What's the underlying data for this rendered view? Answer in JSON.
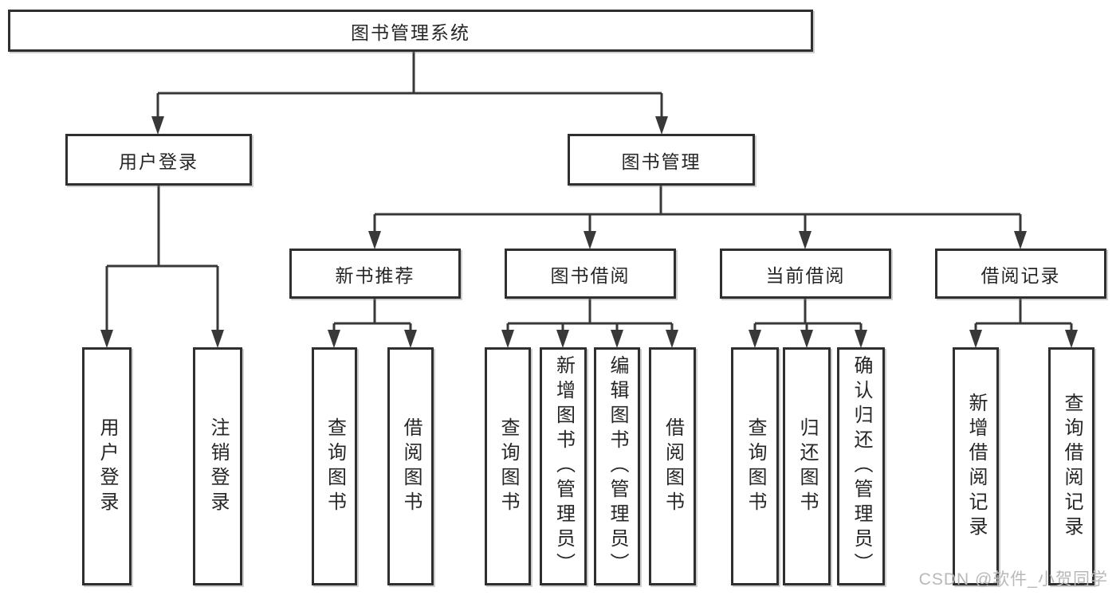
{
  "tree": {
    "root": {
      "label": "图书管理系统"
    },
    "branches": [
      {
        "label": "用户登录",
        "children": [
          {
            "label": "用户登录"
          },
          {
            "label": "注销登录"
          }
        ]
      },
      {
        "label": "图书管理",
        "children": [
          {
            "label": "新书推荐",
            "children": [
              {
                "label": "查询图书"
              },
              {
                "label": "借阅图书"
              }
            ]
          },
          {
            "label": "图书借阅",
            "children": [
              {
                "label": "查询图书"
              },
              {
                "label": "新增图书（管理员）"
              },
              {
                "label": "编辑图书（管理员）"
              },
              {
                "label": "借阅图书"
              }
            ]
          },
          {
            "label": "当前借阅",
            "children": [
              {
                "label": "查询图书"
              },
              {
                "label": "归还图书"
              },
              {
                "label": "确认归还（管理员）"
              }
            ]
          },
          {
            "label": "借阅记录",
            "children": [
              {
                "label": "新增借阅记录"
              },
              {
                "label": "查询借阅记录"
              }
            ]
          }
        ]
      }
    ]
  },
  "watermark": "CSDN @软件_小贺同学",
  "colors": {
    "line": "#383838",
    "border": "#2f2f2f",
    "text": "#262626",
    "watermark": "#b8b8b8",
    "background": "#ffffff"
  }
}
